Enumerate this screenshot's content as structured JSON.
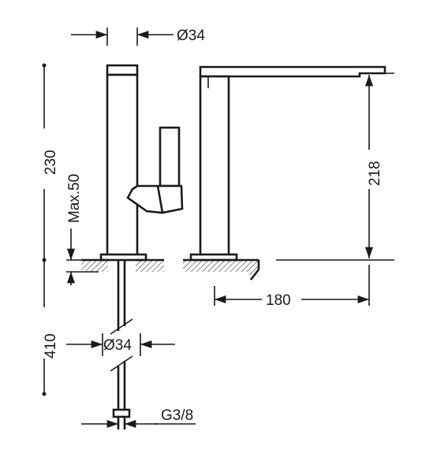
{
  "dimensions": {
    "top_diameter": "Ø34",
    "height_above_deck": "230",
    "max_deck_thickness": "Max.50",
    "spout_height": "218",
    "spout_reach": "180",
    "below_deck_length": "410",
    "shank_diameter": "Ø34",
    "connection_thread": "G3/8"
  }
}
